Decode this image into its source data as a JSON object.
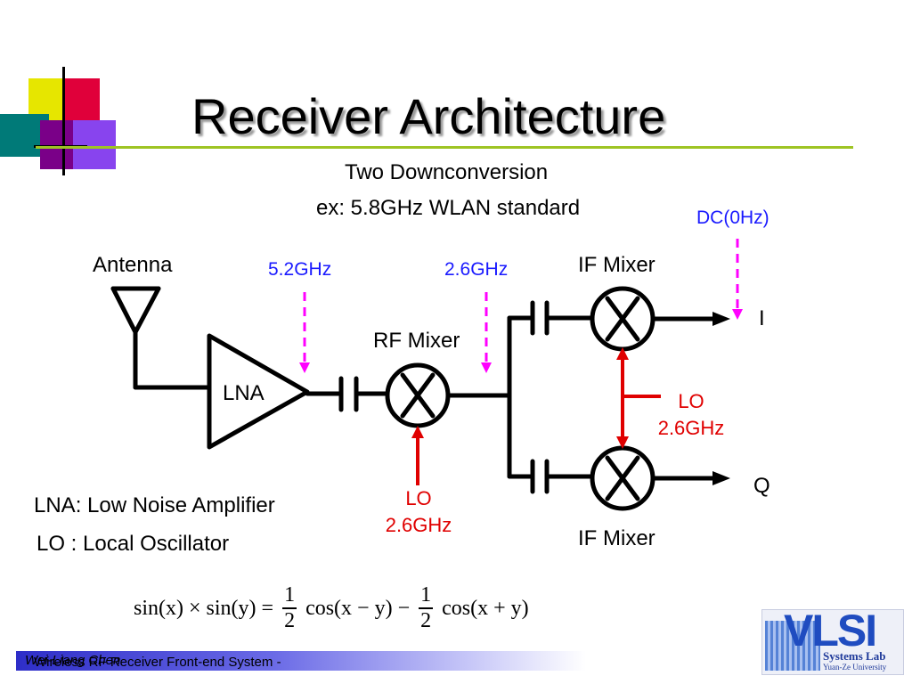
{
  "title": "Receiver Architecture",
  "subtitle": {
    "line1": "Two Downconversion",
    "line2": "ex: 5.8GHz WLAN standard"
  },
  "diagram": {
    "antenna_label": "Antenna",
    "lna_label": "LNA",
    "rf_mixer_label": "RF Mixer",
    "if_mixer_top_label": "IF Mixer",
    "if_mixer_bottom_label": "IF Mixer",
    "freq_5_2": "5.2GHz",
    "freq_2_6": "2.6GHz",
    "dc_label": "DC(0Hz)",
    "output_i": "I",
    "output_q": "Q",
    "lo_rf": {
      "label": "LO",
      "freq": "2.6GHz"
    },
    "lo_if": {
      "label": "LO",
      "freq": "2.6GHz"
    }
  },
  "legend": {
    "lna_def": "LNA: Low Noise Amplifier",
    "lo_def": "LO : Local Oscillator"
  },
  "formula": {
    "lhs": "sin(x) × sin(y) =",
    "frac_num": "1",
    "frac_den": "2",
    "term1": "cos(x − y) −",
    "term2": "cos(x + y)"
  },
  "footer": {
    "text": "Wireless RF Receiver Front-end System - ",
    "author": "Wei-Liang Chen"
  },
  "logo": {
    "main": "VLSI",
    "line1": "Systems Lab",
    "line2": "Yuan-Ze University"
  },
  "colors": {
    "accent_line": "#9ec424",
    "signal_blue": "#1a1aff",
    "marker_magenta": "#ff00ff",
    "lo_red": "#e00000"
  }
}
